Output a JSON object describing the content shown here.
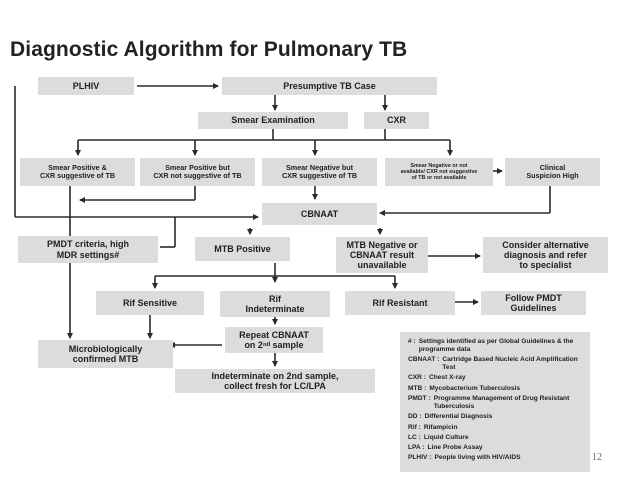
{
  "title": "Diagnostic Algorithm for Pulmonary TB",
  "nodes": {
    "plhiv": "PLHIV",
    "presumptive": "Presumptive TB Case",
    "smear_exam": "Smear Examination",
    "cxr": "CXR",
    "smear_pos": "Smear Positive &\nCXR suggestive of TB",
    "smear_pos_not": "Smear Positive but\nCXR not suggestive of TB",
    "smear_neg": "Smear Negative but\nCXR suggestive of TB",
    "smear_neg_na": "Smear Negative or not\navailable/ CXR not suggestive\nof TB or not available",
    "clinical": "Clinical\nSuspicion High",
    "cbnaat": "CBNAAT",
    "pmdt": "PMDT criteria, high\nMDR settings#",
    "mtb_pos": "MTB Positive",
    "mtb_neg": "MTB Negative or\nCBNAAT result\nunavailable",
    "consider": "Consider alternative\ndiagnosis and refer\nto specialist",
    "rif_sens": "Rif Sensitive",
    "rif_indet": "Rif\nIndeterminate",
    "rif_res": "Rif Resistant",
    "follow_pmdt": "Follow PMDT\nGuidelines",
    "micro": "Microbiologically\nconfirmed MTB",
    "repeat": "Repeat CBNAAT\non 2ⁿᵈ sample",
    "indet2": "Indeterminate on 2nd sample,\ncollect fresh for LC/LPA"
  },
  "legend": [
    {
      "key": "#  :",
      "value": "Settings identified as per Global Guidelines & the programme data"
    },
    {
      "key": "CBNAAT :",
      "value": "Cartridge Based Nucleic Acid Amplification Test"
    },
    {
      "key": "CXR :",
      "value": "Chest X-ray"
    },
    {
      "key": "MTB :",
      "value": "Mycobacterium Tuberculosis"
    },
    {
      "key": "PMDT :",
      "value": "Programme Management of Drug Resistant Tuberculosis"
    },
    {
      "key": "DD :",
      "value": "Differential Diagnosis"
    },
    {
      "key": "Rif :",
      "value": "Rifampicin"
    },
    {
      "key": "LC :",
      "value": "Liquid Culture"
    },
    {
      "key": "LPA :",
      "value": "Line Probe Assay"
    },
    {
      "key": "PLHIV :",
      "value": "People living with HIV/AIDS"
    }
  ],
  "page_number": "12"
}
